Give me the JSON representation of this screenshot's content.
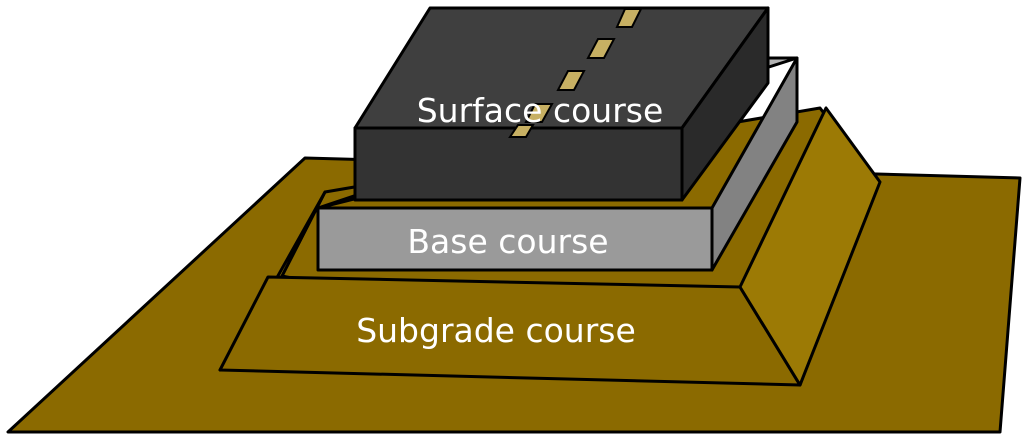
{
  "colors": {
    "subgrade": "#8b6a00",
    "subgrade_dark": "#6f5400",
    "subgrade_side": "#9c7a05",
    "base_front": "#9a9a9a",
    "base_top": "#b4b4b4",
    "base_side": "#828282",
    "surface_top": "#3f3f3f",
    "surface_front": "#333333",
    "surface_side": "#2a2a2a",
    "lane_marking": "#c7b063",
    "outline": "#000000"
  },
  "labels": {
    "surface": "Surface course",
    "base": "Base course",
    "subgrade": "Subgrade course"
  }
}
